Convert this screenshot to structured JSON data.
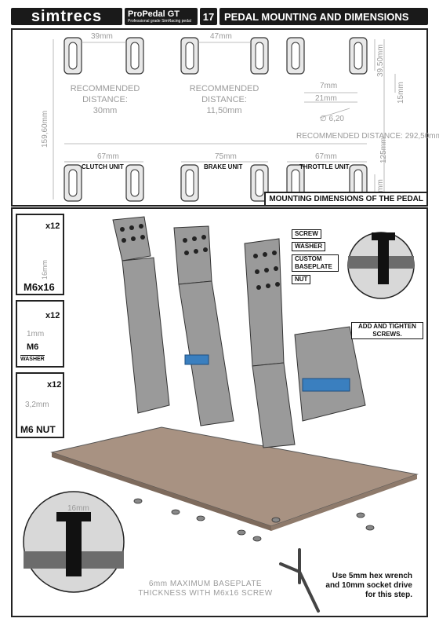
{
  "header": {
    "brand": "simtrecs",
    "product_name": "ProPedal GT",
    "product_tagline": "Professional grade SimRacing pedal",
    "page_number": "17",
    "title": "PEDAL MOUNTING AND DIMENSIONS"
  },
  "dimensions": {
    "clutch_brake_gap_top": "39mm",
    "brake_throttle_gap_top": "47mm",
    "height_39": "39,50mm",
    "d7": "7mm",
    "d21": "21mm",
    "d15": "15mm",
    "hole_dia": "∅ 6,20",
    "height_125": "125mm",
    "height_159": "159,60mm",
    "rec1_label": "RECOMMENDED DISTANCE:",
    "rec1_value": "30mm",
    "rec2_label": "RECOMMENDED DISTANCE:",
    "rec2_value": "11,50mm",
    "rec_total": "RECOMMENDED DISTANCE: 292,50mm",
    "clutch_width": "67mm",
    "brake_width": "75mm",
    "throttle_width": "67mm",
    "d30": "30mm"
  },
  "units": {
    "clutch": "CLUTCH UNIT",
    "brake": "BRAKE UNIT",
    "throttle": "THROTTLE UNIT"
  },
  "mounting_label": "MOUNTING DIMENSIONS OF THE PEDAL",
  "hardware": {
    "screw_qty": "x12",
    "screw_len": "16mm",
    "screw_label": "M6x16",
    "washer_qty": "x12",
    "washer_thk": "1mm",
    "washer_label": "M6",
    "washer_sub": "WASHER",
    "nut_qty": "x12",
    "nut_thk": "3,2mm",
    "nut_label": "M6 NUT"
  },
  "callouts": {
    "screw": "SCREW",
    "washer": "WASHER",
    "custom_baseplate": "CUSTOM BASEPLATE",
    "nut": "NUT",
    "add_tighten": "ADD AND TIGHTEN SCREWS."
  },
  "detail": {
    "screw_len": "16mm",
    "thickness_note": "6mm MAXIMUM BASEPLATE THICKNESS WITH M6x16 SCREW"
  },
  "tool_note": "Use 5mm hex wrench and 10mm socket drive for this step."
}
